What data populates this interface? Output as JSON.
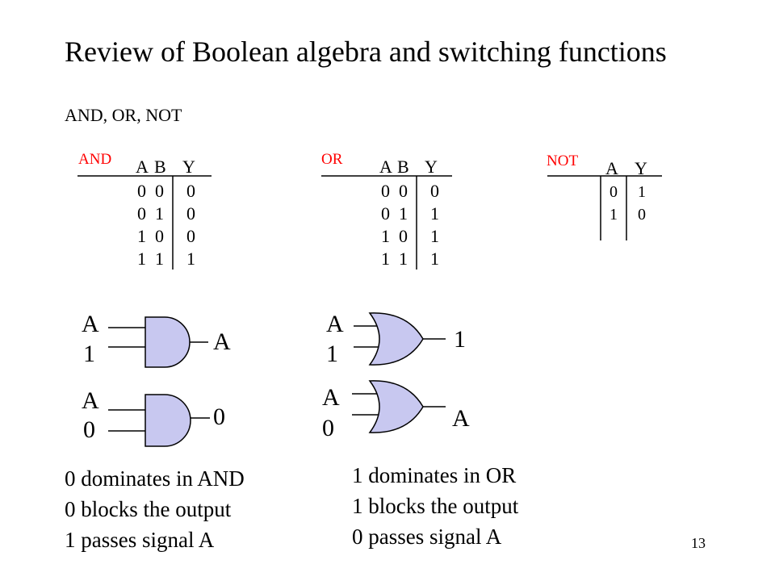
{
  "slide": {
    "title": "Review of Boolean algebra and switching functions",
    "subtitle": "AND, OR, NOT",
    "page_number": "13"
  },
  "colors": {
    "gate_fill": "#c8c8f0",
    "table_label": "#ff0000"
  },
  "tables": {
    "and": {
      "label": "AND",
      "headers": [
        "A",
        "B",
        "Y"
      ],
      "rows": [
        [
          "0",
          "0",
          "0"
        ],
        [
          "0",
          "1",
          "0"
        ],
        [
          "1",
          "0",
          "0"
        ],
        [
          "1",
          "1",
          "1"
        ]
      ]
    },
    "or": {
      "label": "OR",
      "headers": [
        "A",
        "B",
        "Y"
      ],
      "rows": [
        [
          "0",
          "0",
          "0"
        ],
        [
          "0",
          "1",
          "1"
        ],
        [
          "1",
          "0",
          "1"
        ],
        [
          "1",
          "1",
          "1"
        ]
      ]
    },
    "not": {
      "label": "NOT",
      "headers": [
        "A",
        "Y"
      ],
      "rows": [
        [
          "0",
          "1"
        ],
        [
          "1",
          "0"
        ]
      ]
    }
  },
  "gates": {
    "and1": {
      "in1": "A",
      "in2": "1",
      "out": "A"
    },
    "and2": {
      "in1": "A",
      "in2": "0",
      "out": "0"
    },
    "or1": {
      "in1": "A",
      "in2": "1",
      "out": "1"
    },
    "or2": {
      "in1": "A",
      "in2": "0",
      "out": "A"
    }
  },
  "notes": {
    "and": [
      "0 dominates in AND",
      "0 blocks the output",
      "1 passes signal A"
    ],
    "or": [
      "1 dominates in OR",
      "1 blocks the output",
      "0 passes signal A"
    ]
  }
}
